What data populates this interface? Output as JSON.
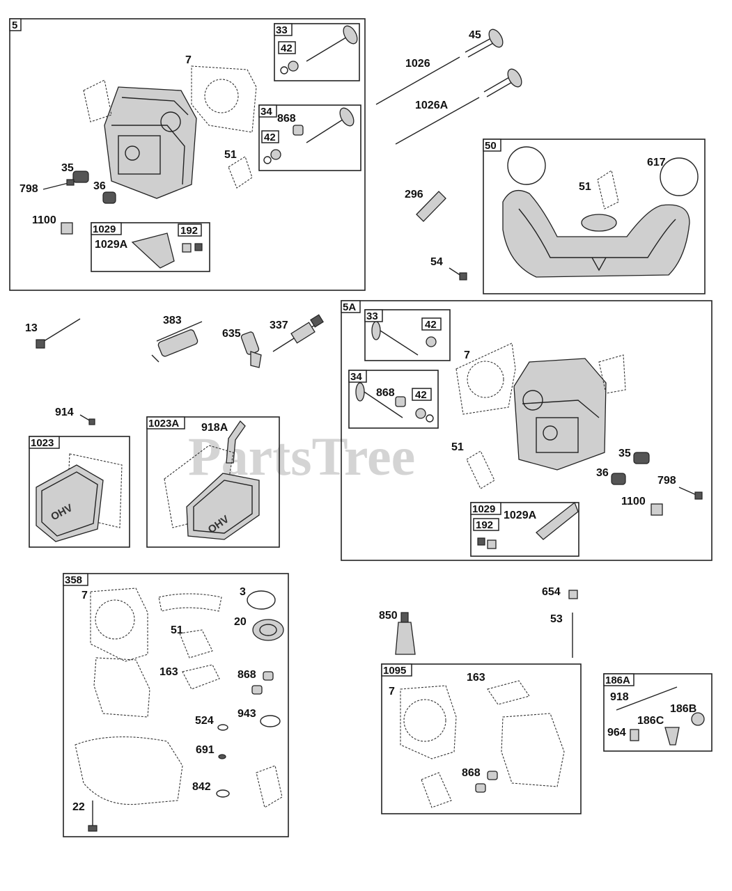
{
  "watermark": "PartsTree",
  "boxes": {
    "b5": "5",
    "b33a": "33",
    "b42a": "42",
    "b34a": "34",
    "b42b": "42",
    "b1029a": "1029",
    "b192a": "192",
    "b50": "50",
    "b5A": "5A",
    "b33b": "33",
    "b42c": "42",
    "b34b": "34",
    "b42d": "42",
    "b1029b": "1029",
    "b192b": "192",
    "b1023": "1023",
    "b1023A": "1023A",
    "b358": "358",
    "b1095": "1095",
    "b186A": "186A"
  },
  "labels": {
    "p7a": "7",
    "p868a": "868",
    "p51a": "51",
    "p35a": "35",
    "p36a": "36",
    "p798a": "798",
    "p1100a": "1100",
    "p1029Aa": "1029A",
    "p45": "45",
    "p1026": "1026",
    "p1026A": "1026A",
    "p296": "296",
    "p54": "54",
    "p51b": "51",
    "p617": "617",
    "p13": "13",
    "p383": "383",
    "p635": "635",
    "p337": "337",
    "p914": "914",
    "p918A": "918A",
    "p7b": "7",
    "p868b": "868",
    "p51c": "51",
    "p35b": "35",
    "p36b": "36",
    "p798b": "798",
    "p1100b": "1100",
    "p1029Ab": "1029A",
    "p7c": "7",
    "p3": "3",
    "p20": "20",
    "p51d": "51",
    "p163a": "163",
    "p868c": "868",
    "p524": "524",
    "p943": "943",
    "p691": "691",
    "p842": "842",
    "p22": "22",
    "p654": "654",
    "p53": "53",
    "p850": "850",
    "p163b": "163",
    "p7d": "7",
    "p868d": "868",
    "p918": "918",
    "p186B": "186B",
    "p186C": "186C",
    "p964": "964"
  },
  "valve_cover_text": "OHV"
}
